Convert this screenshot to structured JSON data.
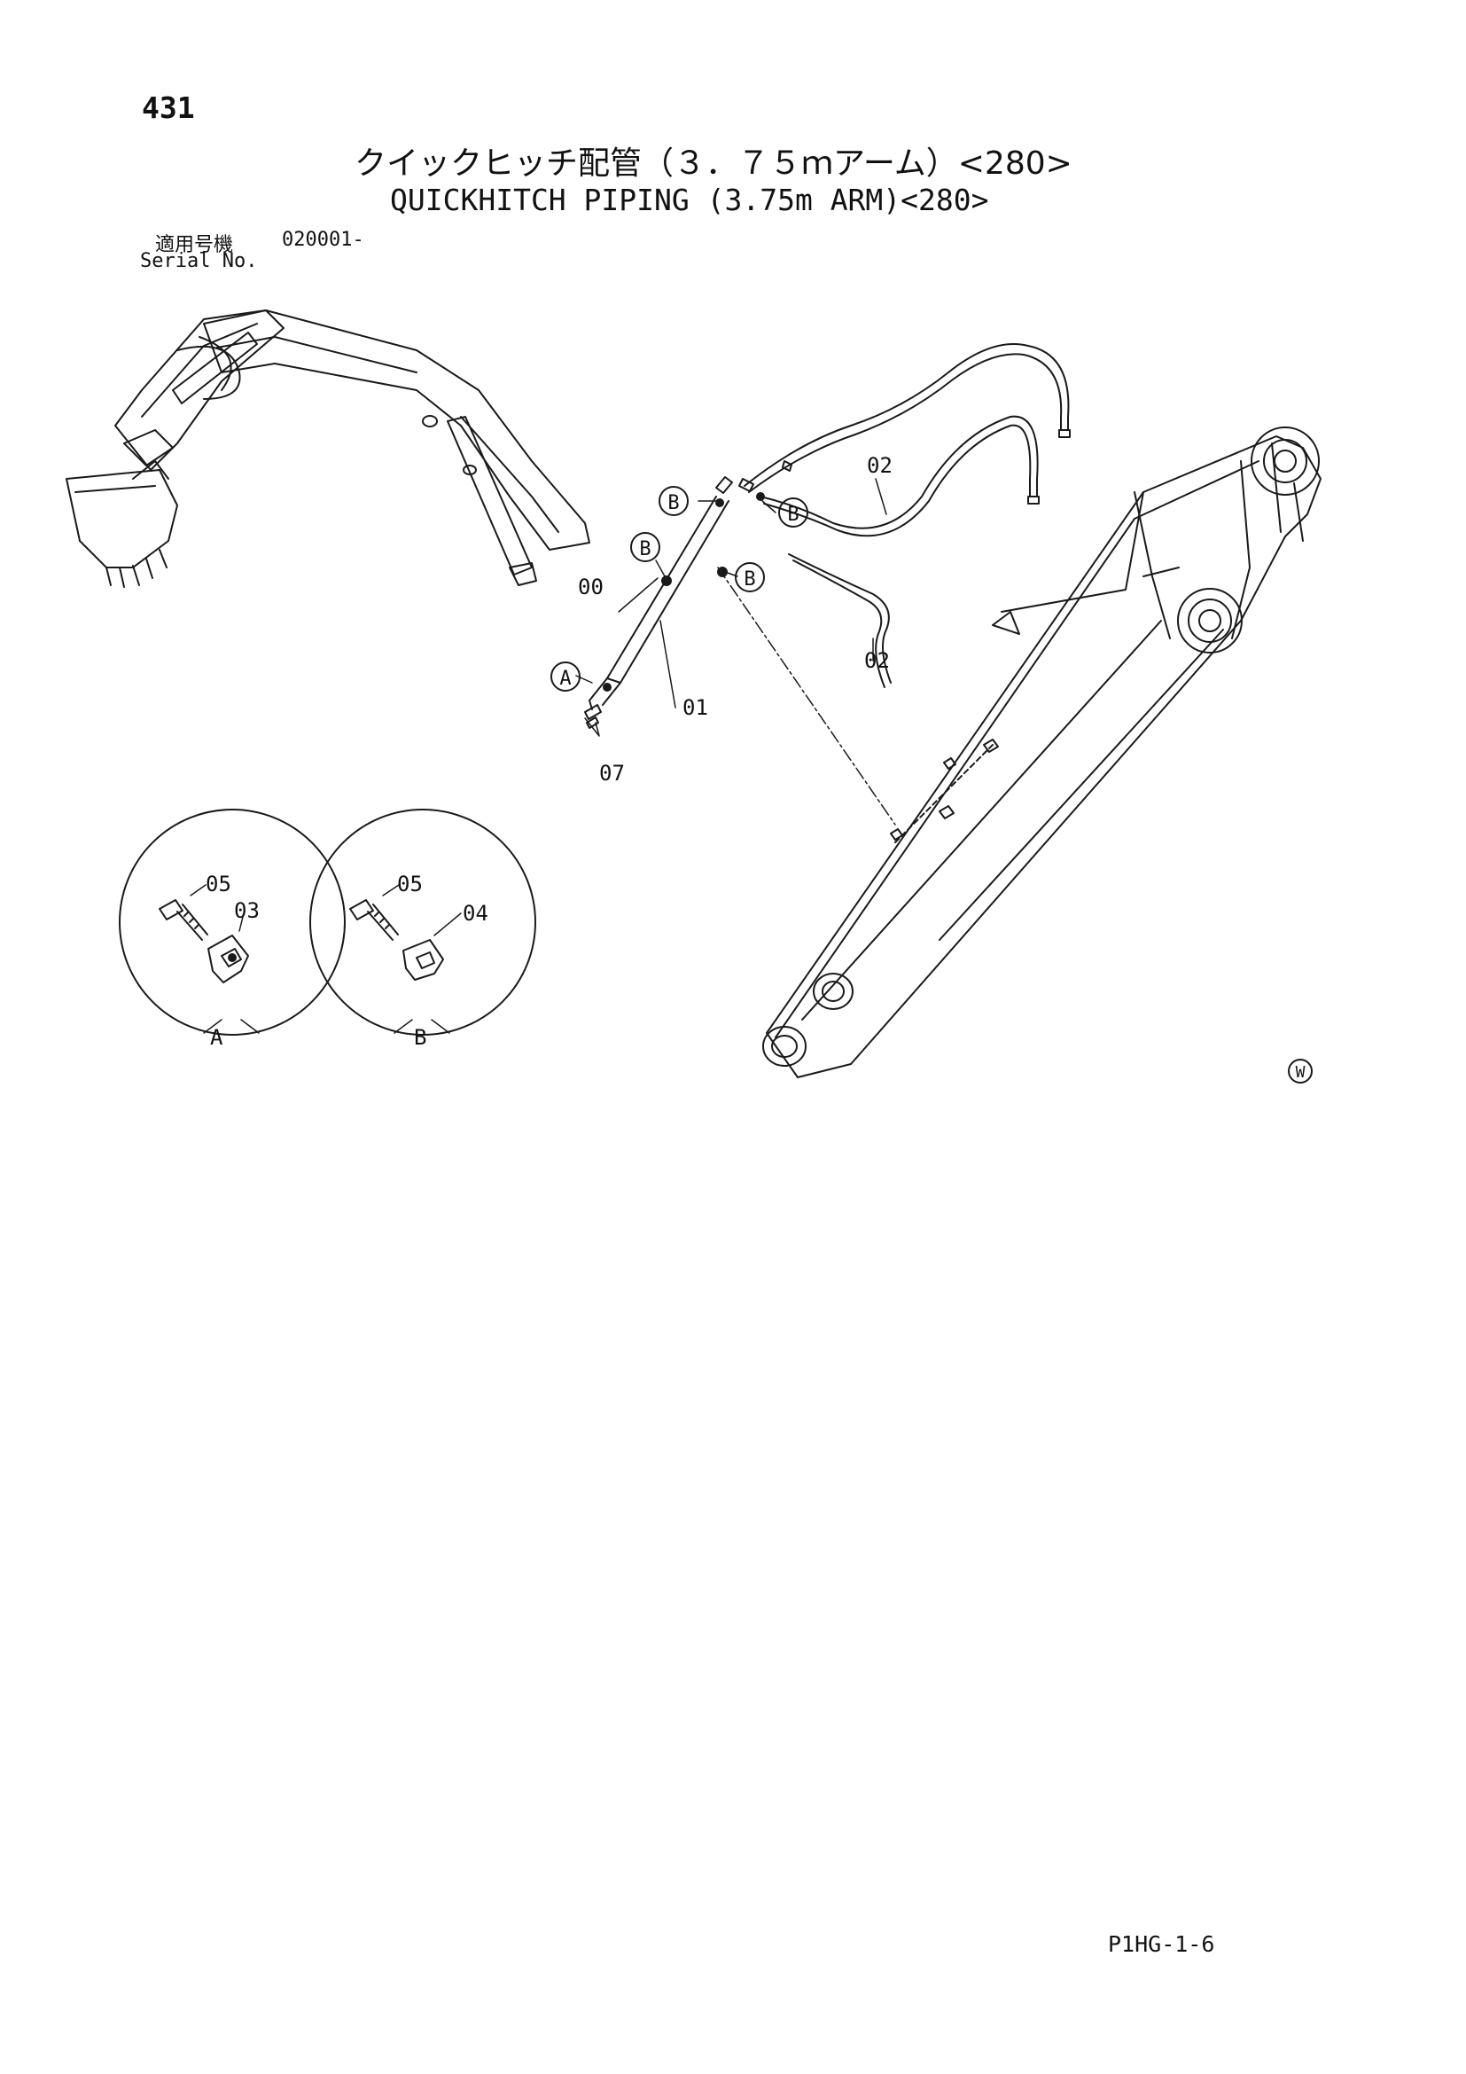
{
  "page": {
    "number": "431",
    "title_jp": "クイックヒッチ配管（３．７５ｍアーム）<280>",
    "title_en": "QUICKHITCH PIPING (3.75m ARM)<280>",
    "serial_label_jp": "適用号機",
    "serial_value": "020001-",
    "serial_label_en": "Serial No.",
    "footer_code": "P1HG-1-6",
    "corner_mark": "W"
  },
  "diagram": {
    "part_labels": {
      "p00": "00",
      "p01": "01",
      "p02_upper": "02",
      "p02_lower": "02",
      "p07": "07",
      "p05_a": "05",
      "p03": "03",
      "p05_b": "05",
      "p04": "04"
    },
    "callouts": {
      "a_main": "A",
      "b1": "B",
      "b2": "B",
      "b3": "B",
      "b4": "B"
    },
    "detail_views": {
      "a_label": "A",
      "b_label": "B"
    },
    "colors": {
      "line": "#1a1a1a",
      "background": "#ffffff"
    }
  }
}
